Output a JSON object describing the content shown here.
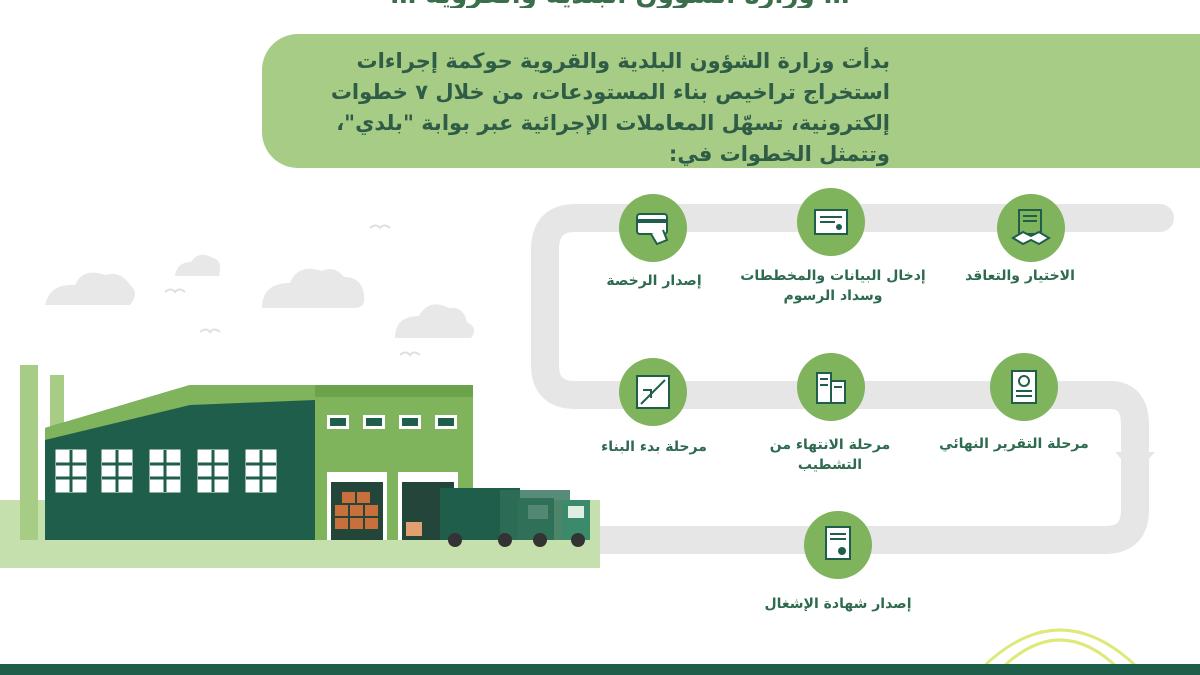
{
  "header": {
    "partial_title": "… وزارة الشؤون البلدية والقروية …"
  },
  "intro": {
    "text": "بدأت وزارة الشؤون البلدية والقروية حوكمة إجراءات استخراج تراخيص بناء المستودعات، من خلال ٧ خطوات إلكترونية، تسهّل المعاملات الإجرائية عبر بوابة \"بلدي\"، وتتمثل الخطوات في:"
  },
  "steps": [
    {
      "label": "الاختيار والتعاقد",
      "icon": "handshake-contract-icon"
    },
    {
      "label": "إدخال البيانات والمخططات وسداد الرسوم",
      "icon": "document-certificate-icon"
    },
    {
      "label": "إصدار الرخصة",
      "icon": "payment-card-icon"
    },
    {
      "label": "مرحلة بدء البناء",
      "icon": "blueprint-icon"
    },
    {
      "label": "مرحلة الانتهاء من التشطيب",
      "icon": "buildings-icon"
    },
    {
      "label": "مرحلة التقرير النهائي",
      "icon": "report-icon"
    },
    {
      "label": "إصدار شهادة الإشغال",
      "icon": "certificate-icon"
    }
  ],
  "colors": {
    "banner": "#a6cc85",
    "icon_circle": "#7fb35c",
    "text_dark_green": "#2e6a4f",
    "path_gray": "#e6e6e6",
    "warehouse_dark": "#1f5e4b",
    "warehouse_light": "#7fb35c"
  }
}
